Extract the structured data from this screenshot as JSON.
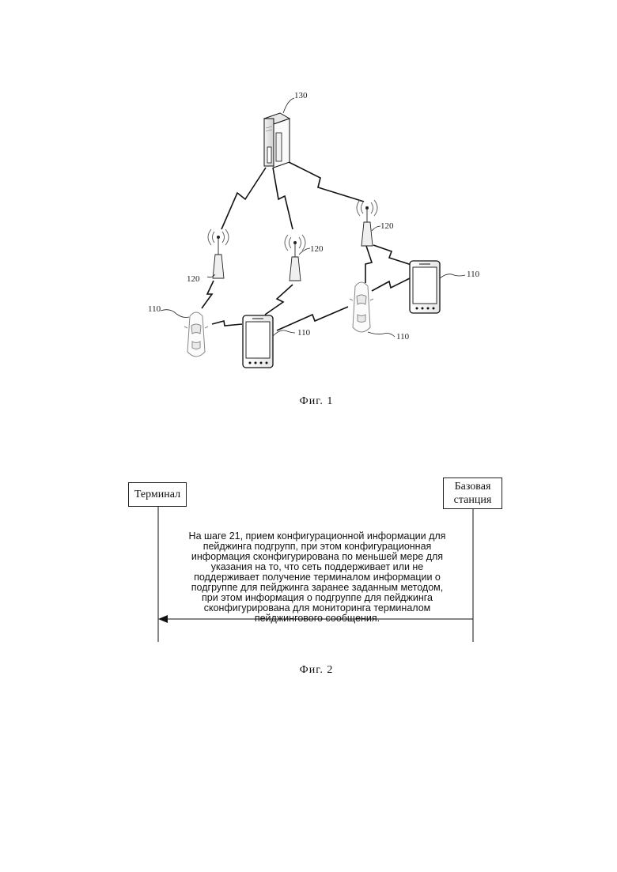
{
  "fig1": {
    "caption": "Фиг. 1",
    "labels": {
      "server": "130",
      "bs_left": "120",
      "bs_mid": "120",
      "bs_right": "120",
      "car_left": "110",
      "phone_mid": "110",
      "phone_right": "110",
      "car_right": "110"
    }
  },
  "fig2": {
    "caption": "Фиг. 2",
    "terminal_label": "Терминал",
    "base_station_label_1": "Базовая",
    "base_station_label_2": "станция",
    "message_lines": [
      "На шаге 21, прием конфигурационной информации для",
      "пейджинга подгрупп, при этом конфигурационная",
      "информация сконфигурирована по меньшей мере для",
      "указания на то, что сеть поддерживает или не",
      "поддерживает получение терминалом информации о",
      "подгруппе для пейджинга заранее заданным методом,",
      "при этом информация о подгруппе для пейджинга",
      "сконфигурирована для мониторинга терминалом",
      "пейджингового сообщения."
    ]
  }
}
